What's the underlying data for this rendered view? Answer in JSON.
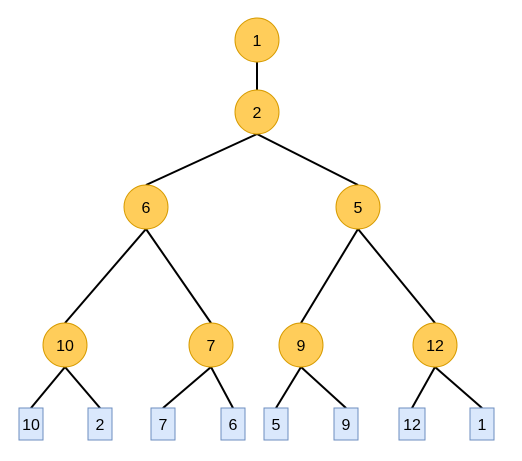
{
  "tree": {
    "nodes": [
      {
        "id": "n1",
        "label": "1"
      },
      {
        "id": "n2",
        "label": "2"
      },
      {
        "id": "n6",
        "label": "6"
      },
      {
        "id": "n5",
        "label": "5"
      },
      {
        "id": "n10",
        "label": "10"
      },
      {
        "id": "n7",
        "label": "7"
      },
      {
        "id": "n9",
        "label": "9"
      },
      {
        "id": "n12",
        "label": "12"
      }
    ],
    "leaves": [
      {
        "id": "l10",
        "label": "10"
      },
      {
        "id": "l2",
        "label": "2"
      },
      {
        "id": "l7",
        "label": "7"
      },
      {
        "id": "l6",
        "label": "6"
      },
      {
        "id": "l5",
        "label": "5"
      },
      {
        "id": "l9",
        "label": "9"
      },
      {
        "id": "l12",
        "label": "12"
      },
      {
        "id": "l1",
        "label": "1"
      }
    ],
    "edges": [
      [
        "n1",
        "n2"
      ],
      [
        "n2",
        "n6"
      ],
      [
        "n2",
        "n5"
      ],
      [
        "n6",
        "n10"
      ],
      [
        "n6",
        "n7"
      ],
      [
        "n5",
        "n9"
      ],
      [
        "n5",
        "n12"
      ],
      [
        "n10",
        "l10"
      ],
      [
        "n10",
        "l2"
      ],
      [
        "n7",
        "l7"
      ],
      [
        "n7",
        "l6"
      ],
      [
        "n9",
        "l5"
      ],
      [
        "n9",
        "l9"
      ],
      [
        "n12",
        "l12"
      ],
      [
        "n12",
        "l1"
      ]
    ],
    "colors": {
      "node_fill": "#FFCD5A",
      "node_stroke": "#D79B00",
      "leaf_fill": "#DAE8FC",
      "leaf_stroke": "#6C8EBF",
      "edge": "#000000"
    }
  }
}
